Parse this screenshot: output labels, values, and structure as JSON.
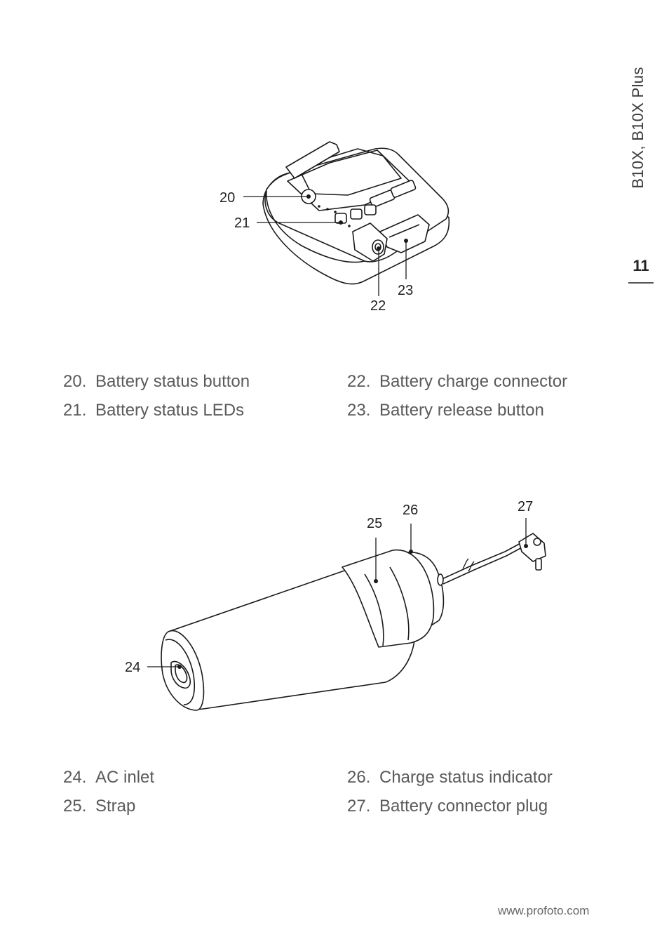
{
  "header": {
    "product": "B10X, B10X Plus",
    "page_number": "11"
  },
  "figure1": {
    "callouts": [
      "20",
      "21",
      "22",
      "23"
    ],
    "legend": [
      {
        "num": "20.",
        "label": "Battery status button"
      },
      {
        "num": "21.",
        "label": "Battery status LEDs"
      },
      {
        "num": "22.",
        "label": "Battery charge connector"
      },
      {
        "num": "23.",
        "label": "Battery release button"
      }
    ]
  },
  "figure2": {
    "callouts": [
      "24",
      "25",
      "26",
      "27"
    ],
    "legend": [
      {
        "num": "24.",
        "label": "AC inlet"
      },
      {
        "num": "25.",
        "label": "Strap"
      },
      {
        "num": "26.",
        "label": "Charge status indicator"
      },
      {
        "num": "27.",
        "label": "Battery connector plug"
      }
    ]
  },
  "footer": {
    "url": "www.profoto.com"
  }
}
